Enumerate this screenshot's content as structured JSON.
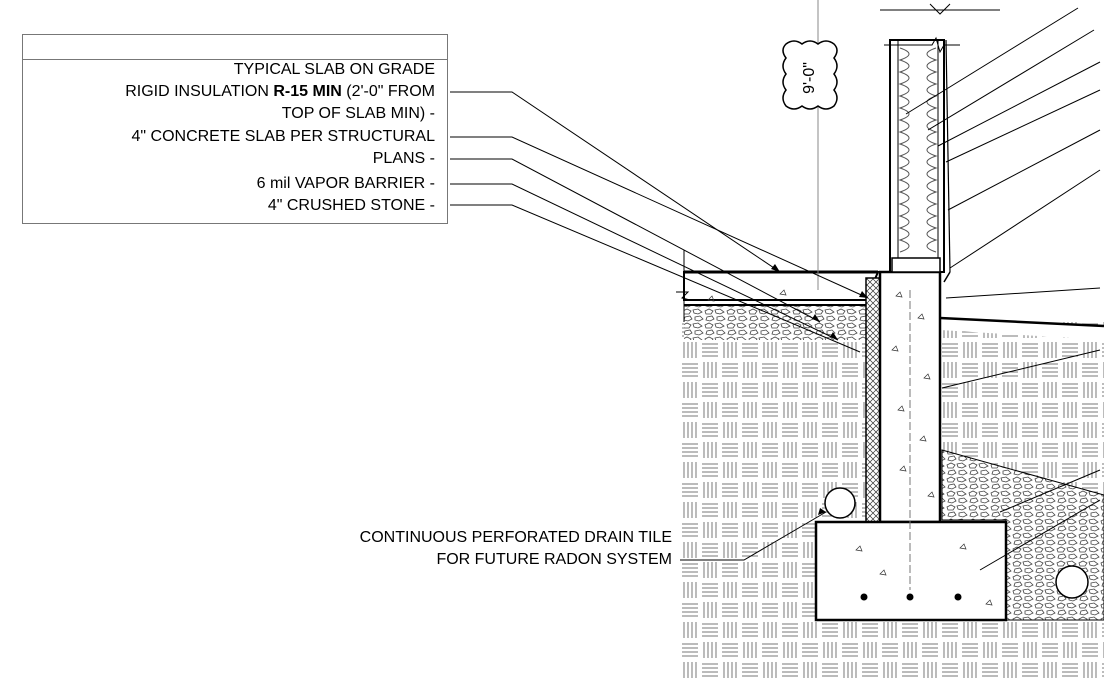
{
  "notes": {
    "lines": [
      "TYPICAL SLAB ON GRADE",
      "RIGID INSULATION ",
      "R-15 MIN",
      " (2'-0\" FROM",
      "TOP OF SLAB MIN) -",
      "4\" CONCRETE SLAB PER STRUCTURAL",
      "PLANS -",
      "6 mil VAPOR BARRIER -",
      "4\" CRUSHED STONE -"
    ]
  },
  "drain": {
    "line1": "CONTINUOUS PERFORATED DRAIN TILE",
    "line2": "FOR FUTURE RADON SYSTEM"
  },
  "dimension": {
    "label": "9'-0\""
  }
}
